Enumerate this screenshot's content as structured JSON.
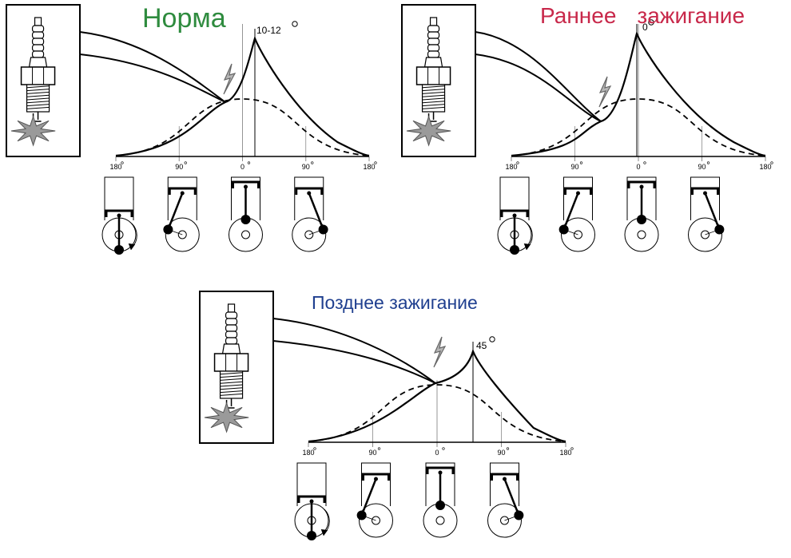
{
  "panels": [
    {
      "id": "norm",
      "title": "Норма",
      "title_color": "#2e8b3e",
      "peak_label": "10-12"
    },
    {
      "id": "early",
      "title_word1": "Раннее",
      "title_word2": "зажигание",
      "title_color": "#c8284a",
      "peak_label": "0"
    },
    {
      "id": "late",
      "title": "Позднее зажигание",
      "title_color": "#1f3f8f",
      "peak_label": "45"
    }
  ],
  "axis_ticks": [
    "180",
    "90",
    "0",
    "90",
    "180"
  ],
  "icons": {
    "spark_plug": "spark-plug-icon",
    "spark": "lightning-icon",
    "piston": "piston-crank-icon"
  },
  "colors": {
    "line": "#000000",
    "spark_gray": "#9a9a9a",
    "axis_gray": "#8a8a8a"
  }
}
